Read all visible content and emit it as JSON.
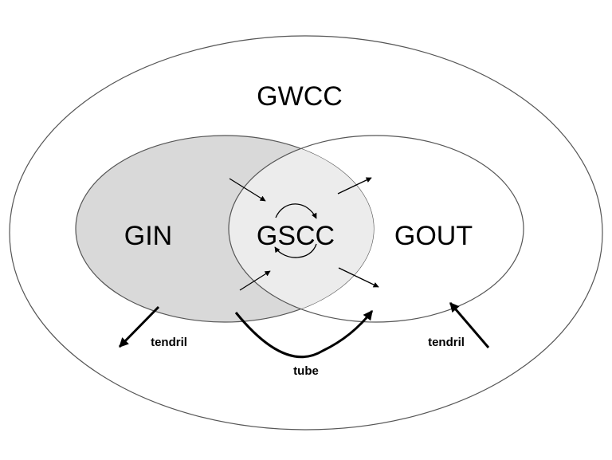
{
  "labels": {
    "gwcc": "GWCC",
    "gin": "GIN",
    "gscc": "GSCC",
    "gout": "GOUT",
    "tendril_left": "tendril",
    "tendril_right": "tendril",
    "tube": "tube"
  },
  "colors": {
    "background": "#ffffff",
    "gin_fill": "#d9d9d9",
    "gscc_fill": "#ececec",
    "outline": "#555555",
    "arrow": "#000000"
  }
}
